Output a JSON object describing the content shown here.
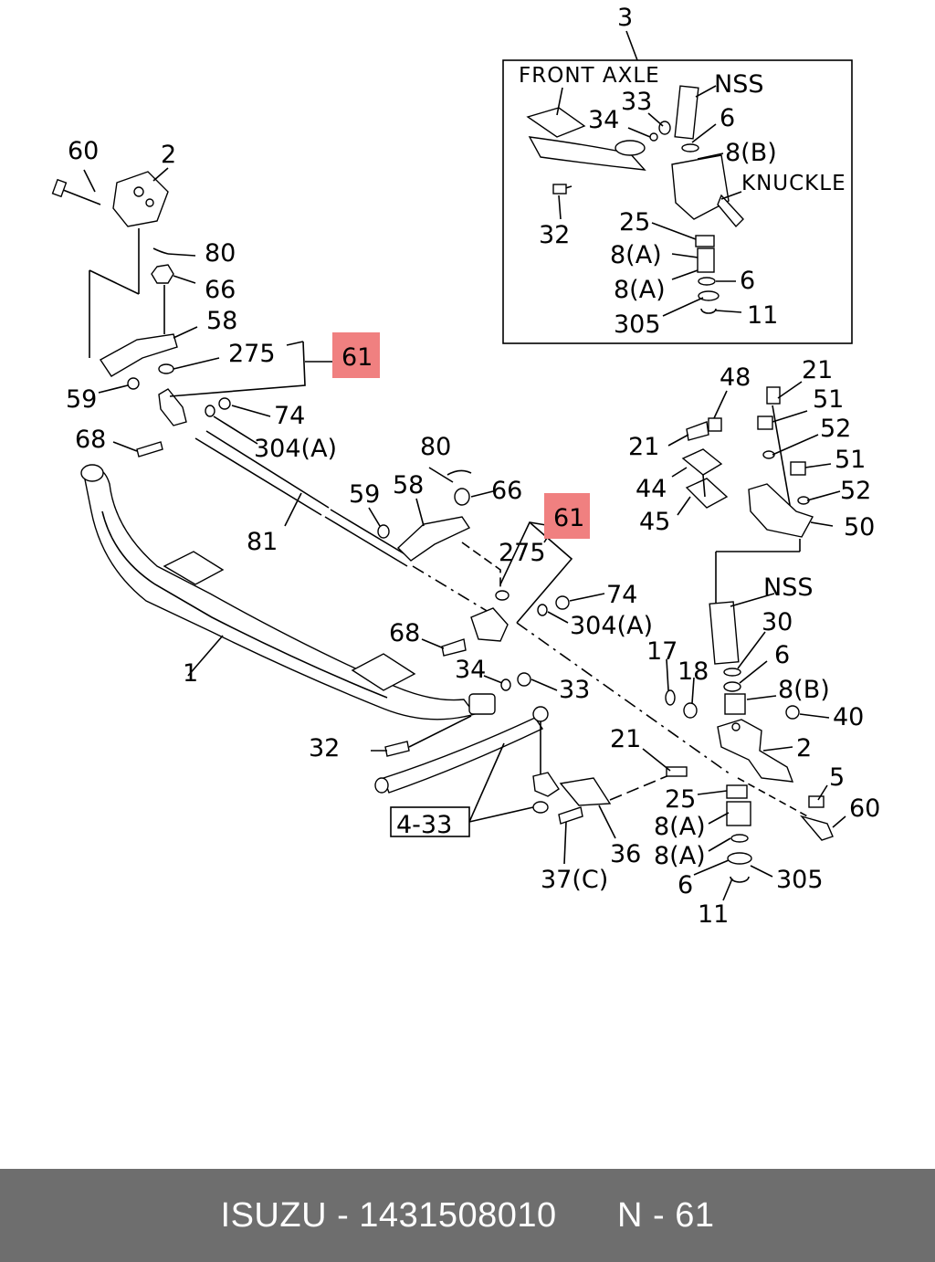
{
  "labels": {
    "l_3": "3",
    "l_front_axle": "FRONT  AXLE",
    "l_nss_a": "NSS",
    "l_33_a": "33",
    "l_34_a": "34",
    "l_6_a": "6",
    "l_8b_a": "8(B)",
    "l_knuckle": "KNUCKLE",
    "l_25_a": "25",
    "l_32_a": "32",
    "l_8a_a1": "8(A)",
    "l_8a_a2": "8(A)",
    "l_6_a2": "6",
    "l_305_a": "305",
    "l_11_a": "11",
    "l_60_top": "60",
    "l_2_top": "2",
    "l_80_top": "80",
    "l_66_top": "66",
    "l_58_top": "58",
    "l_275_top": "275",
    "l_61_top": "61",
    "l_59_top": "59",
    "l_74_top": "74",
    "l_68_top": "68",
    "l_304a_top": "304(A)",
    "l_48": "48",
    "l_21_r1": "21",
    "l_51_1": "51",
    "l_21_r2": "21",
    "l_52_1": "52",
    "l_51_2": "51",
    "l_44": "44",
    "l_52_2": "52",
    "l_45": "45",
    "l_50": "50",
    "l_80_mid": "80",
    "l_58_mid": "58",
    "l_66_mid": "66",
    "l_59_mid": "59",
    "l_61_mid": "61",
    "l_81": "81",
    "l_275_mid": "275",
    "l_nss_b": "NSS",
    "l_74_mid": "74",
    "l_30": "30",
    "l_68_mid": "68",
    "l_304a_mid": "304(A)",
    "l_17": "17",
    "l_6_b": "6",
    "l_1": "1",
    "l_34_b": "34",
    "l_18": "18",
    "l_8b_b": "8(B)",
    "l_33_b": "33",
    "l_40": "40",
    "l_32_b": "32",
    "l_21_b": "21",
    "l_2_b": "2",
    "l_5": "5",
    "l_25_b": "25",
    "l_60_b": "60",
    "l_4_33": "4-33",
    "l_8a_b1": "8(A)",
    "l_36": "36",
    "l_8a_b2": "8(A)",
    "l_37c": "37(C)",
    "l_6_c": "6",
    "l_305_b": "305",
    "l_11_b": "11"
  },
  "footer": {
    "brand": "ISUZU",
    "separator": " - ",
    "part_number": "1431508010",
    "page_ref": "N - 61"
  },
  "colors": {
    "highlight": "#f08080",
    "footer_bg": "#6e6e6e"
  }
}
